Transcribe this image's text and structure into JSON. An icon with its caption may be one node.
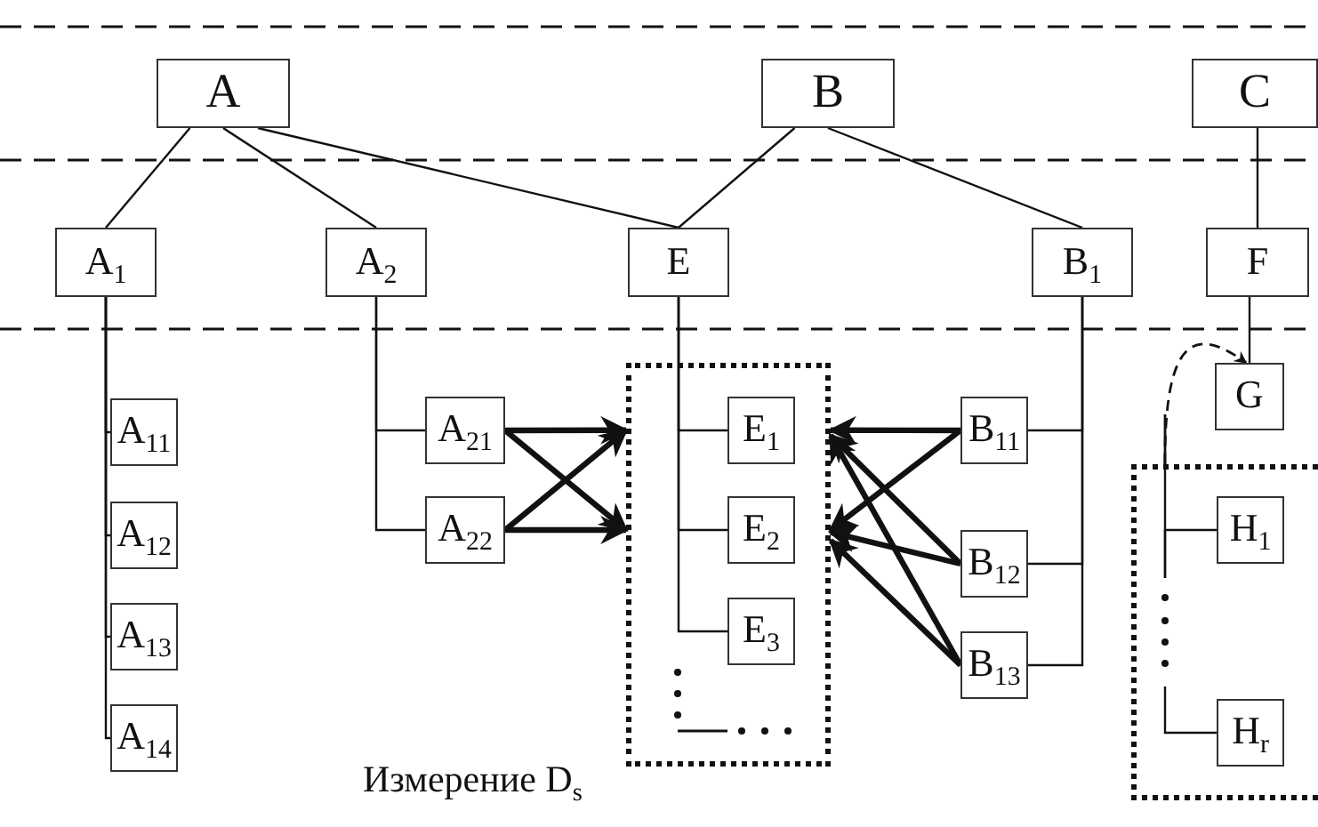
{
  "diagram": {
    "nodes": [
      {
        "text": [
          "A"
        ]
      },
      {
        "text": [
          "B"
        ]
      },
      {
        "text": [
          "C"
        ]
      },
      {
        "text": [
          "A$_{1}$"
        ]
      },
      {
        "text": [
          "A$_{2}$"
        ]
      },
      {
        "text": [
          "E"
        ]
      },
      {
        "text": [
          "B$_{1}$"
        ]
      },
      {
        "text": [
          "F"
        ]
      },
      {
        "text": [
          "G"
        ]
      },
      {
        "text": [
          "A$_{11}$"
        ]
      },
      {
        "text": [
          "A$_{12}$"
        ]
      },
      {
        "text": [
          "A$_{13}$"
        ]
      },
      {
        "text": [
          "A$_{14}$"
        ]
      },
      {
        "text": [
          "A$_{21}$"
        ]
      },
      {
        "text": [
          "A$_{22}$"
        ]
      },
      {
        "text": [],
        "shape": "box"
      },
      {
        "text": [
          "E$_{1}$"
        ],
        "in": 15
      },
      {
        "text": [
          "E$_{2}$"
        ],
        "in": 15
      },
      {
        "text": [
          "E$_{3}$"
        ],
        "in": 15
      },
      {
        "text": [
          "B$_{11}$"
        ]
      },
      {
        "text": [
          "B$_{12}$"
        ]
      },
      {
        "text": [
          "B$_{13}$"
        ]
      },
      {
        "text": [],
        "shape": "box"
      },
      {
        "text": [
          "H$_{1}$"
        ],
        "in": 22
      },
      {
        "text": [
          "H$_{r}$"
        ],
        "in": 22
      }
    ],
    "edges": [
      {
        "from": 0,
        "to": 3,
        "arrow": "none"
      },
      {
        "from": 0,
        "to": 4,
        "arrow": "none"
      },
      {
        "from": 0,
        "to": 5,
        "arrow": "none"
      },
      {
        "from": 1,
        "to": 5,
        "arrow": "none"
      },
      {
        "from": 1,
        "to": 6,
        "arrow": "none"
      },
      {
        "from": 2,
        "to": 7,
        "arrow": "none"
      },
      {
        "from": 3,
        "to": 9,
        "arrow": "none"
      },
      {
        "from": 3,
        "to": 10,
        "arrow": "none"
      },
      {
        "from": 3,
        "to": 11,
        "arrow": "none"
      },
      {
        "from": 3,
        "to": 12,
        "arrow": "none"
      },
      {
        "from": 4,
        "to": 13,
        "arrow": "none"
      },
      {
        "from": 4,
        "to": 14,
        "arrow": "none"
      },
      {
        "from": 5,
        "to": 16,
        "arrow": "none"
      },
      {
        "from": 5,
        "to": 17,
        "arrow": "none"
      },
      {
        "from": 5,
        "to": 18,
        "arrow": "none"
      },
      {
        "from": 6,
        "to": 19,
        "arrow": "none"
      },
      {
        "from": 6,
        "to": 20,
        "arrow": "none"
      },
      {
        "from": 6,
        "to": 21,
        "arrow": "none"
      },
      {
        "from": 7,
        "to": 8,
        "arrow": "none"
      },
      {
        "from": 13,
        "to": 15,
        "arrow": "to",
        "style": "thick"
      },
      {
        "from": 13,
        "to": 15,
        "arrow": "to",
        "style": "thick"
      },
      {
        "from": 14,
        "to": 15,
        "arrow": "to",
        "style": "thick"
      },
      {
        "from": 14,
        "to": 15,
        "arrow": "to",
        "style": "thick"
      },
      {
        "from": 19,
        "to": 15,
        "arrow": "to",
        "style": "thick"
      },
      {
        "from": 19,
        "to": 15,
        "arrow": "to",
        "style": "thick"
      },
      {
        "from": 20,
        "to": 15,
        "arrow": "to",
        "style": "thick"
      },
      {
        "from": 20,
        "to": 15,
        "arrow": "to",
        "style": "thick"
      },
      {
        "from": 21,
        "to": 15,
        "arrow": "to",
        "style": "thick"
      },
      {
        "from": 21,
        "to": 15,
        "arrow": "to",
        "style": "thick"
      },
      {
        "from": 22,
        "to": 8,
        "arrow": "to",
        "style": "dashed"
      },
      {
        "from": null,
        "to": 23,
        "arrow": "none"
      },
      {
        "from": null,
        "to": 24,
        "arrow": "none"
      }
    ],
    "labels": [
      "Измерение D$_{s}$"
    ]
  }
}
